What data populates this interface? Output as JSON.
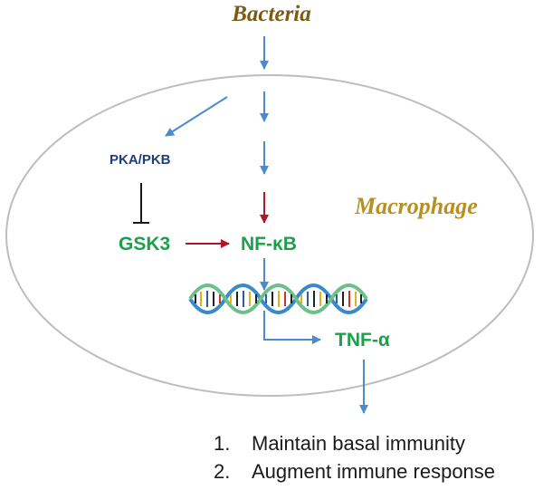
{
  "nodes": {
    "bacteria": "Bacteria",
    "macrophage": "Macrophage",
    "pka_pkb": "PKA/PKB",
    "gsk3": "GSK3",
    "nf_kb": "NF-κB",
    "tnf_alpha": "TNF-α"
  },
  "outcomes": [
    {
      "number": "1.",
      "text": "Maintain basal immunity"
    },
    {
      "number": "2.",
      "text": "Augment immune response"
    }
  ],
  "colors": {
    "bacteria_text": "#7b5b14",
    "macrophage_text": "#b8901e",
    "kinase_text": "#1f3f7a",
    "gene_text": "#1aa14a",
    "arrow_blue": "#4a8ad0",
    "arrow_red": "#b0182a",
    "inhibit_line": "#1a1a1a",
    "cell_outline": "#bdbdbd"
  }
}
